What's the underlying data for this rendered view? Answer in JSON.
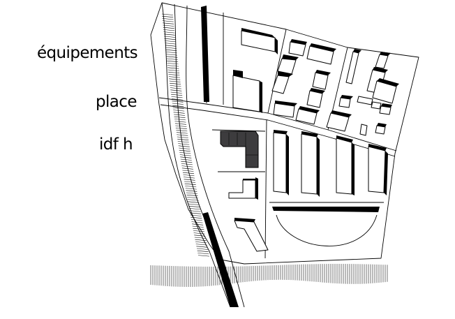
{
  "legend": {
    "equipements": "équipements",
    "place": "place",
    "idf_h": "idf h"
  }
}
